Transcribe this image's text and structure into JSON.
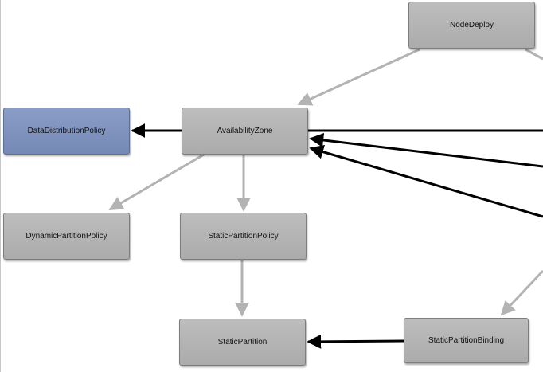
{
  "diagram": {
    "nodes": [
      {
        "id": "node-deploy",
        "label": "NodeDeploy",
        "color": "#b0b0b0"
      },
      {
        "id": "data-distribution-policy",
        "label": "DataDistributionPolicy",
        "color": "#7d90bc"
      },
      {
        "id": "availability-zone",
        "label": "AvailabilityZone",
        "color": "#b0b0b0"
      },
      {
        "id": "dynamic-partition-policy",
        "label": "DynamicPartitionPolicy",
        "color": "#b0b0b0"
      },
      {
        "id": "static-partition-policy",
        "label": "StaticPartitionPolicy",
        "color": "#b0b0b0"
      },
      {
        "id": "static-partition",
        "label": "StaticPartition",
        "color": "#b0b0b0"
      },
      {
        "id": "static-partition-binding",
        "label": "StaticPartitionBinding",
        "color": "#b0b0b0"
      }
    ],
    "edges": [
      {
        "from": "node-deploy",
        "to": "availability-zone",
        "style": "gray"
      },
      {
        "from": "availability-zone",
        "to": "data-distribution-policy",
        "style": "black"
      },
      {
        "from": "availability-zone",
        "to": "dynamic-partition-policy",
        "style": "gray"
      },
      {
        "from": "availability-zone",
        "to": "static-partition-policy",
        "style": "gray"
      },
      {
        "from": "static-partition-policy",
        "to": "static-partition",
        "style": "gray"
      },
      {
        "from": "static-partition-binding",
        "to": "static-partition",
        "style": "black"
      },
      {
        "from": "offscreen-right-1",
        "to": "availability-zone",
        "style": "black"
      },
      {
        "from": "offscreen-right-2",
        "to": "availability-zone",
        "style": "black"
      },
      {
        "from": "offscreen-right-3",
        "to": "static-partition-binding",
        "style": "gray"
      }
    ],
    "colors": {
      "gray_edge": "#b3b3b3",
      "black_edge": "#000000"
    }
  }
}
